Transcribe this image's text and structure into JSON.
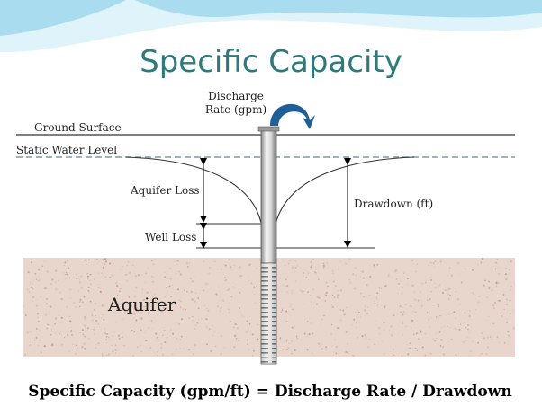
{
  "title": "Specific Capacity",
  "labels": {
    "discharge_line1": "Discharge",
    "discharge_line2": "Rate (gpm)",
    "ground_surface": "Ground Surface",
    "static_water_level": "Static Water Level",
    "aquifer_loss": "Aquifer Loss",
    "well_loss": "Well Loss",
    "drawdown": "Drawdown (ft)",
    "aquifer": "Aquifer"
  },
  "formula": "Specific Capacity (gpm/ft) = Discharge Rate / Drawdown",
  "icons": {
    "discharge_arrow": "curved-arrow-icon"
  },
  "colors": {
    "title": "#2c7a7b",
    "aquifer_fill": "#e8d6cc",
    "aquifer_speckle": "#b89486",
    "arrow": "#1f5f99",
    "water_level_dash": "#7f9aa8",
    "wave_light": "#dff3fa",
    "wave_mid": "#a9dcee"
  }
}
